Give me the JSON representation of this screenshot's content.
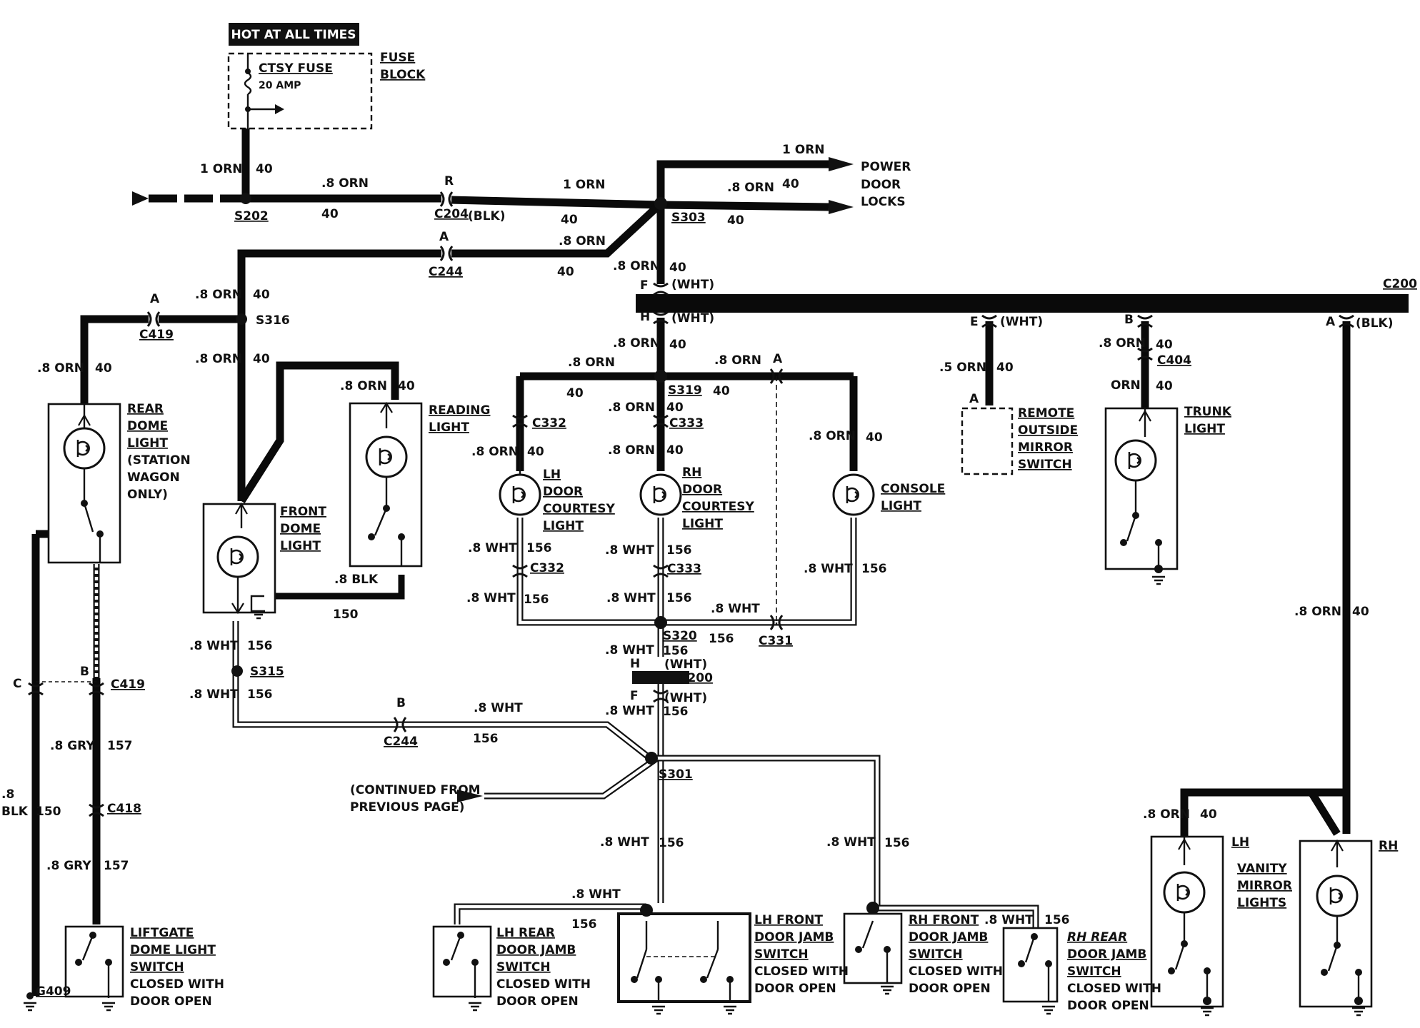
{
  "hot_label": "HOT AT ALL TIMES",
  "fuse": {
    "name": "CTSY FUSE",
    "rating": "20 AMP",
    "block_line1": "FUSE",
    "block_line2": "BLOCK"
  },
  "connectors": {
    "S202": "S202",
    "C204": "C204",
    "C204_color": "(BLK)",
    "C204_pin": "R",
    "S303": "S303",
    "C244": "C244",
    "C244_pin_a": "A",
    "C244_pin_b": "B",
    "S316": "S316",
    "C419": "C419",
    "C419_pin_a": "A",
    "C419_pin_b": "B",
    "C419_pin_c": "C",
    "C200": "C200",
    "pin_F": "F",
    "pin_H": "H",
    "pin_E": "E",
    "pin_B": "B",
    "pin_A": "A",
    "wht": "(WHT)",
    "blk": "(BLK)",
    "S319": "S319",
    "C332": "C332",
    "C333": "C333",
    "C331": "C331",
    "C331_pin": "A",
    "C404": "C404",
    "S320": "S320",
    "S315": "S315",
    "S301": "S301",
    "C418": "C418",
    "G409": "G409",
    "mirror_pin": "A"
  },
  "wires": {
    "orn_1": "1 ORN",
    "orn_08": ".8 ORN",
    "orn_05": ".5 ORN",
    "orn": "ORN",
    "c40": "40",
    "wht_08": ".8 WHT",
    "c156": "156",
    "blk_08": ".8 BLK",
    "c150": "150",
    "gry_08": ".8 GRY",
    "c157": "157",
    "blk_split_a": ".8",
    "blk_split_b": "BLK"
  },
  "power_locks": {
    "l1": "POWER",
    "l2": "DOOR",
    "l3": "LOCKS"
  },
  "components": {
    "rear_dome": [
      "REAR",
      "DOME",
      "LIGHT",
      "(STATION",
      "WAGON",
      "ONLY)"
    ],
    "front_dome": [
      "FRONT",
      "DOME",
      "LIGHT"
    ],
    "reading": [
      "READING",
      "LIGHT"
    ],
    "lh_courtesy": [
      "LH",
      "DOOR",
      "COURTESY",
      "LIGHT"
    ],
    "rh_courtesy": [
      "RH",
      "DOOR",
      "COURTESY",
      "LIGHT"
    ],
    "console": [
      "CONSOLE",
      "LIGHT"
    ],
    "remote_mirror": [
      "REMOTE",
      "OUTSIDE",
      "MIRROR",
      "SWITCH"
    ],
    "trunk": [
      "TRUNK",
      "LIGHT"
    ],
    "vanity": [
      "VANITY",
      "MIRROR",
      "LIGHTS"
    ],
    "vanity_lh": "LH",
    "vanity_rh": "RH",
    "liftgate": [
      "LIFTGATE",
      "DOME LIGHT",
      "SWITCH",
      "CLOSED WITH",
      "DOOR OPEN"
    ],
    "lh_rear": [
      "LH REAR",
      "DOOR JAMB",
      "SWITCH",
      "CLOSED WITH",
      "DOOR OPEN"
    ],
    "lh_front": [
      "LH FRONT",
      "DOOR JAMB",
      "SWITCH",
      "CLOSED WITH",
      "DOOR OPEN"
    ],
    "rh_front": [
      "RH FRONT",
      "DOOR JAMB",
      "SWITCH",
      "CLOSED WITH",
      "DOOR OPEN"
    ],
    "rh_rear": [
      "RH REAR",
      "DOOR JAMB",
      "SWITCH",
      "CLOSED WITH",
      "DOOR OPEN"
    ]
  },
  "continued": [
    "(CONTINUED FROM",
    "PREVIOUS PAGE)"
  ]
}
